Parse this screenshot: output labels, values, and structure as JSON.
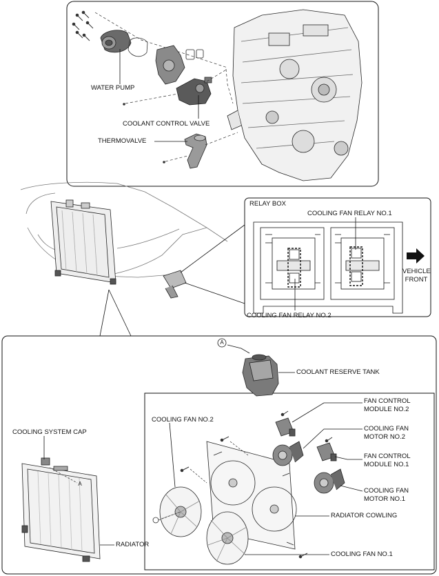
{
  "labels": {
    "water_pump": "WATER PUMP",
    "coolant_control_valve": "COOLANT CONTROL VALVE",
    "thermovalve": "THERMOVALVE",
    "relay_box": "RELAY BOX",
    "cooling_fan_relay_no1": "COOLING FAN RELAY NO.1",
    "cooling_fan_relay_no2": "COOLING FAN RELAY NO.2",
    "vehicle_front_line1": "VEHICLE",
    "vehicle_front_line2": "FRONT",
    "coolant_reserve_tank": "COOLANT RESERVE TANK",
    "fan_control_module_no2_line1": "FAN CONTROL",
    "fan_control_module_no2_line2": "MODULE NO.2",
    "cooling_fan_motor_no2_line1": "COOLING FAN",
    "cooling_fan_motor_no2_line2": "MOTOR NO.2",
    "fan_control_module_no1_line1": "FAN CONTROL",
    "fan_control_module_no1_line2": "MODULE NO.1",
    "cooling_fan_motor_no1_line1": "COOLING FAN",
    "cooling_fan_motor_no1_line2": "MOTOR NO.1",
    "cooling_fan_no2": "COOLING FAN NO.2",
    "cooling_system_cap": "COOLING SYSTEM CAP",
    "radiator_cowling": "RADIATOR COWLING",
    "radiator": "RADIATOR",
    "cooling_fan_no1": "COOLING FAN NO.1",
    "ref_a_tank": "A",
    "ref_a_radiator": "A"
  }
}
